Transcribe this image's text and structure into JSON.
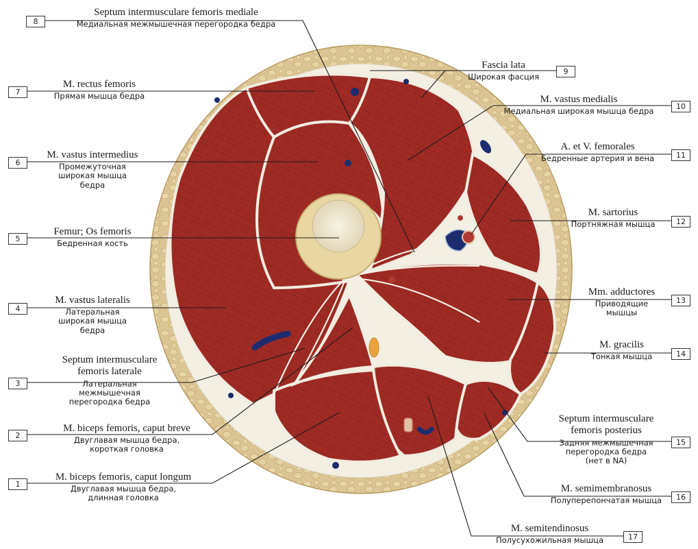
{
  "colors": {
    "muscle": "#9e2a24",
    "muscle_dark": "#7a1c19",
    "fascia": "#f3efe3",
    "fat": "#dcc594",
    "bone": "#e9d7a3",
    "marrow": "#f2ecdc"
  },
  "labels": [
    {
      "id": "1",
      "latin": "M. biceps femoris, caput longum",
      "russian": "Двуглавая мышца бедра,\nдлинная головка"
    },
    {
      "id": "2",
      "latin": "M. biceps femoris, caput breve",
      "russian": "Двуглавая мышца бедра,\nкороткая головка"
    },
    {
      "id": "3",
      "latin": "Septum intermusculare\nfemoris laterale",
      "russian": "Латеральная\nмежмышечная\nперегородка бедра"
    },
    {
      "id": "4",
      "latin": "M. vastus lateralis",
      "russian": "Латеральная\nширокая мышца\nбедра"
    },
    {
      "id": "5",
      "latin": "Femur; Os femoris",
      "russian": "Бедренная кость"
    },
    {
      "id": "6",
      "latin": "M. vastus intermedius",
      "russian": "Промежуточная\nширокая мышца\nбедра"
    },
    {
      "id": "7",
      "latin": "M. rectus femoris",
      "russian": "Прямая мышца бедра"
    },
    {
      "id": "8",
      "latin": "Septum intermusculare femoris mediale",
      "russian": "Медиальная межмышечная перегородка бедра"
    },
    {
      "id": "9",
      "latin": "Fascia lata",
      "russian": "Широкая фасция"
    },
    {
      "id": "10",
      "latin": "M. vastus medialis",
      "russian": "Медиальная широкая мышца бедра"
    },
    {
      "id": "11",
      "latin": "A. et V. femorales",
      "russian": "Бедренные артерия и вена"
    },
    {
      "id": "12",
      "latin": "M. sartorius",
      "russian": "Портняжная мышца"
    },
    {
      "id": "13",
      "latin": "Mm. adductores",
      "russian": "Приводящие\nмышцы"
    },
    {
      "id": "14",
      "latin": "M. gracilis",
      "russian": "Тонкая мышца"
    },
    {
      "id": "15",
      "latin": "Septum intermusculare\nfemoris posterius",
      "russian": "Задняя межмышечная\nперегородка бедра\n(нет в NA)"
    },
    {
      "id": "16",
      "latin": "M. semimembranosus",
      "russian": "Полуперепончатая мышца"
    },
    {
      "id": "17",
      "latin": "M. semitendinosus",
      "russian": "Полусухожильная мышца"
    }
  ]
}
